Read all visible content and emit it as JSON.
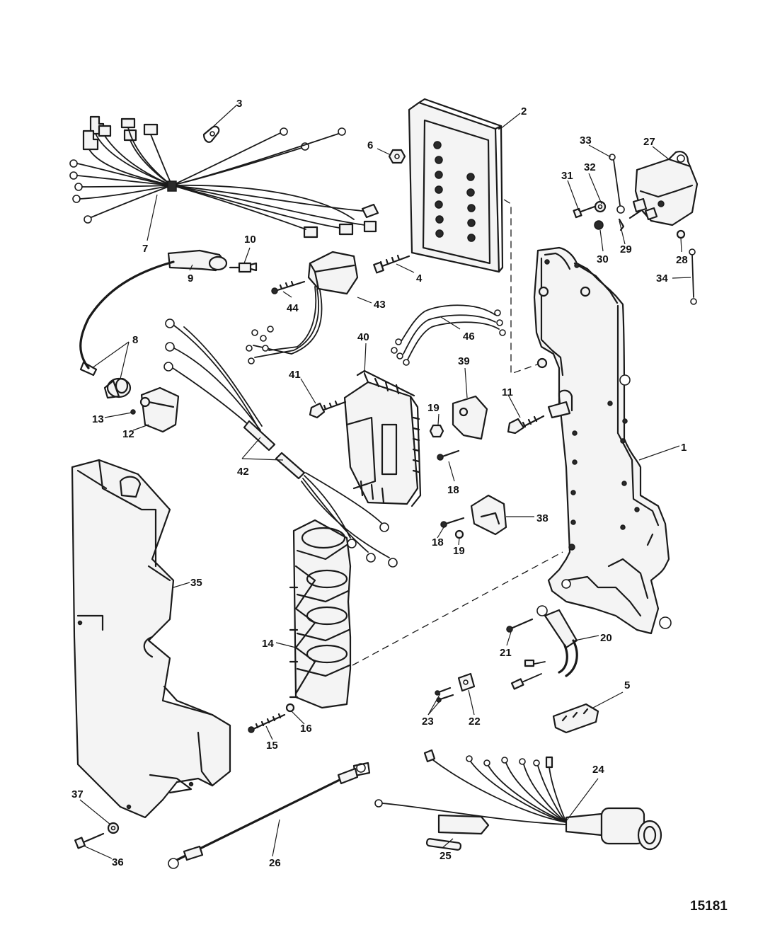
{
  "figure": {
    "number": "15181"
  },
  "callouts": [
    {
      "id": "1",
      "label": "1"
    },
    {
      "id": "2",
      "label": "2"
    },
    {
      "id": "3",
      "label": "3"
    },
    {
      "id": "4",
      "label": "4"
    },
    {
      "id": "5",
      "label": "5"
    },
    {
      "id": "6",
      "label": "6"
    },
    {
      "id": "7",
      "label": "7"
    },
    {
      "id": "8",
      "label": "8"
    },
    {
      "id": "9",
      "label": "9"
    },
    {
      "id": "10",
      "label": "10"
    },
    {
      "id": "11",
      "label": "11"
    },
    {
      "id": "12",
      "label": "12"
    },
    {
      "id": "13",
      "label": "13"
    },
    {
      "id": "14",
      "label": "14"
    },
    {
      "id": "15",
      "label": "15"
    },
    {
      "id": "16",
      "label": "16"
    },
    {
      "id": "18a",
      "label": "18"
    },
    {
      "id": "18b",
      "label": "18"
    },
    {
      "id": "19a",
      "label": "19"
    },
    {
      "id": "19b",
      "label": "19"
    },
    {
      "id": "20",
      "label": "20"
    },
    {
      "id": "21",
      "label": "21"
    },
    {
      "id": "22",
      "label": "22"
    },
    {
      "id": "23",
      "label": "23"
    },
    {
      "id": "24",
      "label": "24"
    },
    {
      "id": "25",
      "label": "25"
    },
    {
      "id": "26",
      "label": "26"
    },
    {
      "id": "27",
      "label": "27"
    },
    {
      "id": "28",
      "label": "28"
    },
    {
      "id": "29",
      "label": "29"
    },
    {
      "id": "30",
      "label": "30"
    },
    {
      "id": "31",
      "label": "31"
    },
    {
      "id": "32",
      "label": "32"
    },
    {
      "id": "33",
      "label": "33"
    },
    {
      "id": "34",
      "label": "34"
    },
    {
      "id": "35",
      "label": "35"
    },
    {
      "id": "36",
      "label": "36"
    },
    {
      "id": "37",
      "label": "37"
    },
    {
      "id": "38",
      "label": "38"
    },
    {
      "id": "39",
      "label": "39"
    },
    {
      "id": "40",
      "label": "40"
    },
    {
      "id": "41",
      "label": "41"
    },
    {
      "id": "42",
      "label": "42"
    },
    {
      "id": "43",
      "label": "43"
    },
    {
      "id": "44",
      "label": "44"
    },
    {
      "id": "46",
      "label": "46"
    }
  ]
}
